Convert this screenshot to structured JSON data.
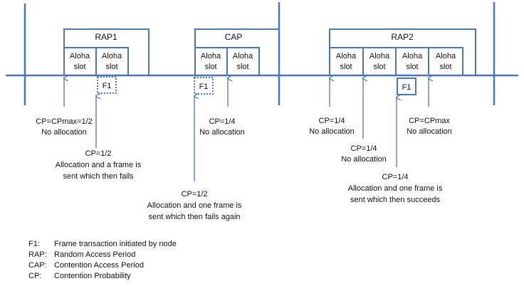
{
  "periods": [
    {
      "label": "RAP1",
      "slots": [
        "Aloha\nslot",
        "Aloha\nslot"
      ]
    },
    {
      "label": "CAP",
      "slots": [
        "Aloha\nslot",
        "Aloha\nslot"
      ]
    },
    {
      "label": "RAP2",
      "slots": [
        "Aloha\nslot",
        "Aloha\nslot",
        "Aloha\nslot",
        "Aloha\nslot"
      ]
    }
  ],
  "frames": [
    {
      "label": "F1",
      "style": "dotted"
    },
    {
      "label": "F1",
      "style": "dotted"
    },
    {
      "label": "F1",
      "style": "solid"
    }
  ],
  "annotations": [
    {
      "lines": [
        "CP=CPmax=1/2",
        "No allocation"
      ]
    },
    {
      "lines": [
        "CP=1/2",
        "Allocation and a frame is",
        "sent which then fails"
      ]
    },
    {
      "lines": [
        "CP=1/4",
        "No allocation"
      ]
    },
    {
      "lines": [
        "CP=1/2",
        "Allocation and one frame is",
        "sent which then fails again"
      ]
    },
    {
      "lines": [
        "CP=1/4",
        "No allocation"
      ]
    },
    {
      "lines": [
        "CP=1/4",
        "No allocation"
      ]
    },
    {
      "lines": [
        "CP=1/4",
        "Allocation and one frame is",
        "sent which then succeeds"
      ]
    },
    {
      "lines": [
        "CP=CPmax",
        "No allocation"
      ]
    }
  ],
  "legend": [
    {
      "key": "F1:",
      "text": "Frame transaction initiated by node"
    },
    {
      "key": "RAP:",
      "text": "Random Access Period"
    },
    {
      "key": "CAP:",
      "text": "Contention Access Period"
    },
    {
      "key": "CP:",
      "text": "Contention Probability"
    }
  ],
  "colors": {
    "line": "#4a77b4",
    "text": "#111111"
  }
}
